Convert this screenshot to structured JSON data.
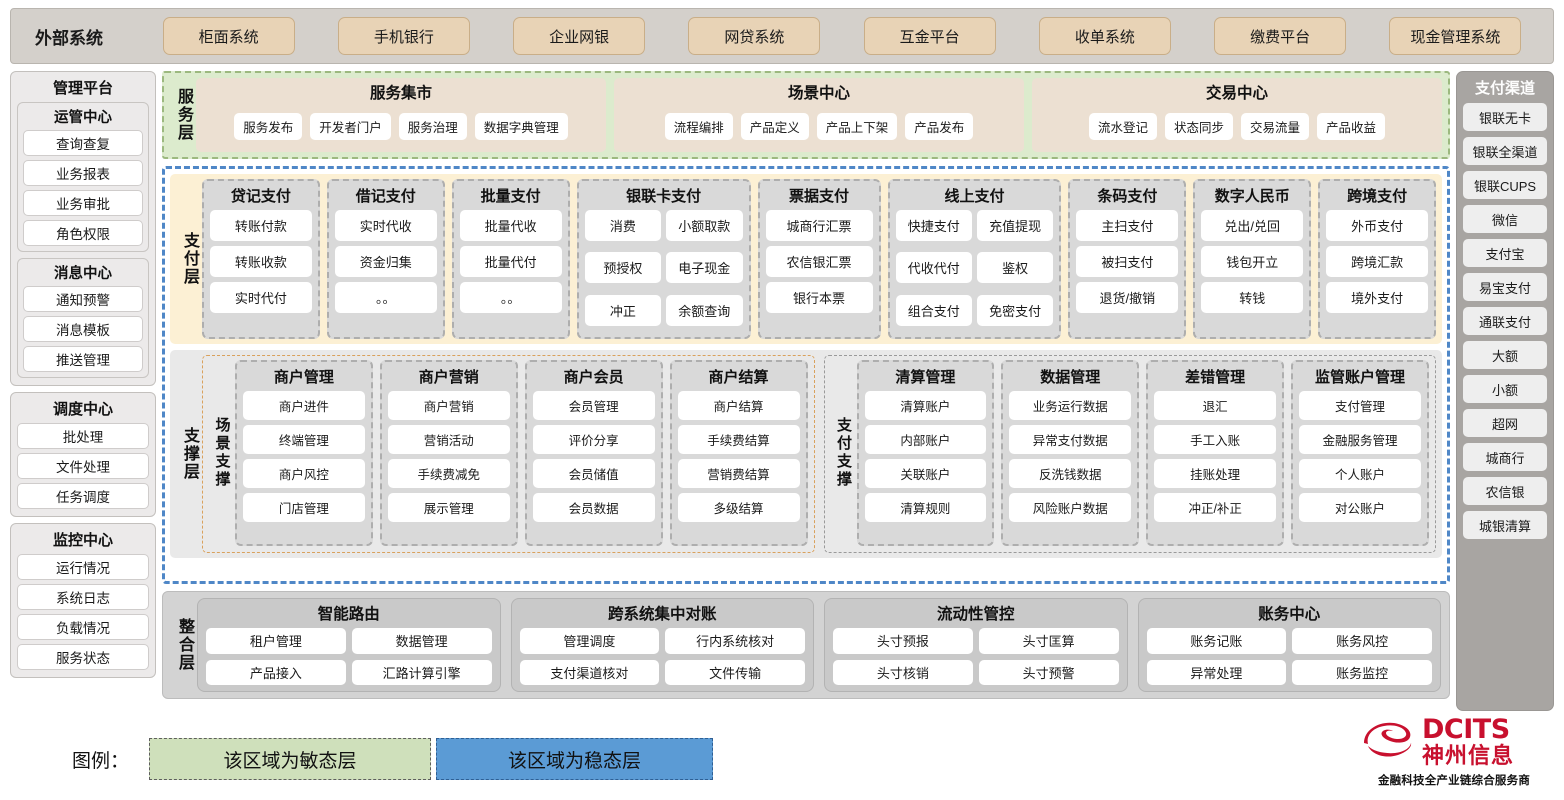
{
  "external_bar": {
    "title": "外部系统",
    "items": [
      "柜面系统",
      "手机银行",
      "企业网银",
      "网贷系统",
      "互金平台",
      "收单系统",
      "缴费平台",
      "现金管理系统"
    ]
  },
  "left_sidebar": {
    "title": "管理平台",
    "groups": [
      {
        "title": "运管中心",
        "items": [
          "查询查复",
          "业务报表",
          "业务审批",
          "角色权限"
        ]
      },
      {
        "title": "消息中心",
        "items": [
          "通知预警",
          "消息模板",
          "推送管理"
        ]
      }
    ],
    "standalone": [
      {
        "title": "调度中心",
        "items": [
          "批处理",
          "文件处理",
          "任务调度"
        ]
      },
      {
        "title": "监控中心",
        "items": [
          "运行情况",
          "系统日志",
          "负载情况",
          "服务状态"
        ]
      }
    ]
  },
  "service_layer": {
    "label": "服务层",
    "groups": [
      {
        "title": "服务集市",
        "items": [
          "服务发布",
          "开发者门户",
          "服务治理",
          "数据字典管理"
        ]
      },
      {
        "title": "场景中心",
        "items": [
          "流程编排",
          "产品定义",
          "产品上下架",
          "产品发布"
        ]
      },
      {
        "title": "交易中心",
        "items": [
          "流水登记",
          "状态同步",
          "交易流量",
          "产品收益"
        ]
      }
    ]
  },
  "payment_layer": {
    "label": "支付层",
    "columns": [
      {
        "title": "贷记支付",
        "layout": "one",
        "items": [
          "转账付款",
          "转账收款",
          "实时代付"
        ]
      },
      {
        "title": "借记支付",
        "layout": "one",
        "items": [
          "实时代收",
          "资金归集",
          "。。"
        ]
      },
      {
        "title": "批量支付",
        "layout": "one",
        "items": [
          "批量代收",
          "批量代付",
          "。。"
        ]
      },
      {
        "title": "银联卡支付",
        "layout": "two",
        "items": [
          "消费",
          "小额取款",
          "预授权",
          "电子现金",
          "冲正",
          "余额查询"
        ]
      },
      {
        "title": "票据支付",
        "layout": "one",
        "items": [
          "城商行汇票",
          "农信银汇票",
          "银行本票"
        ]
      },
      {
        "title": "线上支付",
        "layout": "two",
        "items": [
          "快捷支付",
          "充值提现",
          "代收代付",
          "鉴权",
          "组合支付",
          "免密支付"
        ]
      },
      {
        "title": "条码支付",
        "layout": "one",
        "items": [
          "主扫支付",
          "被扫支付",
          "退货/撤销"
        ]
      },
      {
        "title": "数字人民币",
        "layout": "one",
        "items": [
          "兑出/兑回",
          "钱包开立",
          "转钱"
        ]
      },
      {
        "title": "跨境支付",
        "layout": "one",
        "items": [
          "外币支付",
          "跨境汇款",
          "境外支付"
        ]
      }
    ]
  },
  "support_layer": {
    "label": "支撑层",
    "zones": [
      {
        "label": "场景支撑",
        "columns": [
          {
            "title": "商户管理",
            "items": [
              "商户进件",
              "终端管理",
              "商户风控",
              "门店管理"
            ]
          },
          {
            "title": "商户营销",
            "items": [
              "商户营销",
              "营销活动",
              "手续费减免",
              "展示管理"
            ]
          },
          {
            "title": "商户会员",
            "items": [
              "会员管理",
              "评价分享",
              "会员储值",
              "会员数据"
            ]
          },
          {
            "title": "商户结算",
            "items": [
              "商户结算",
              "手续费结算",
              "营销费结算",
              "多级结算"
            ]
          }
        ]
      },
      {
        "label": "支付支撑",
        "columns": [
          {
            "title": "清算管理",
            "items": [
              "清算账户",
              "内部账户",
              "关联账户",
              "清算规则"
            ]
          },
          {
            "title": "数据管理",
            "items": [
              "业务运行数据",
              "异常支付数据",
              "反洗钱数据",
              "风险账户数据"
            ]
          },
          {
            "title": "差错管理",
            "items": [
              "退汇",
              "手工入账",
              "挂账处理",
              "冲正/补正"
            ]
          },
          {
            "title": "监管账户管理",
            "items": [
              "支付管理",
              "金融服务管理",
              "个人账户",
              "对公账户"
            ]
          }
        ]
      }
    ]
  },
  "integration_layer": {
    "label": "整合层",
    "cards": [
      {
        "title": "智能路由",
        "items": [
          "租户管理",
          "数据管理",
          "产品接入",
          "汇路计算引擎"
        ]
      },
      {
        "title": "跨系统集中对账",
        "items": [
          "管理调度",
          "行内系统核对",
          "支付渠道核对",
          "文件传输"
        ]
      },
      {
        "title": "流动性管控",
        "items": [
          "头寸预报",
          "头寸匡算",
          "头寸核销",
          "头寸预警"
        ]
      },
      {
        "title": "账务中心",
        "items": [
          "账务记账",
          "账务风控",
          "异常处理",
          "账务监控"
        ]
      }
    ]
  },
  "right_sidebar": {
    "title": "支付渠道",
    "items": [
      "银联无卡",
      "银联全渠道",
      "银联CUPS",
      "微信",
      "支付宝",
      "易宝支付",
      "通联支付",
      "大额",
      "小额",
      "超网",
      "城商行",
      "农信银",
      "城银清算"
    ]
  },
  "legend": {
    "label": "图例：",
    "agile": "该区域为敏态层",
    "stable": "该区域为稳态层"
  },
  "logo": {
    "en": "DCITS",
    "cn": "神州信息",
    "tagline": "金融科技全产业链综合服务商"
  },
  "colors": {
    "agile_green": "#cfe0bb",
    "stable_blue": "#5b9bd5",
    "payment_cream": "#fcf0d4",
    "external_tan": "#e8d3b6",
    "brand_red": "#c8102e"
  }
}
